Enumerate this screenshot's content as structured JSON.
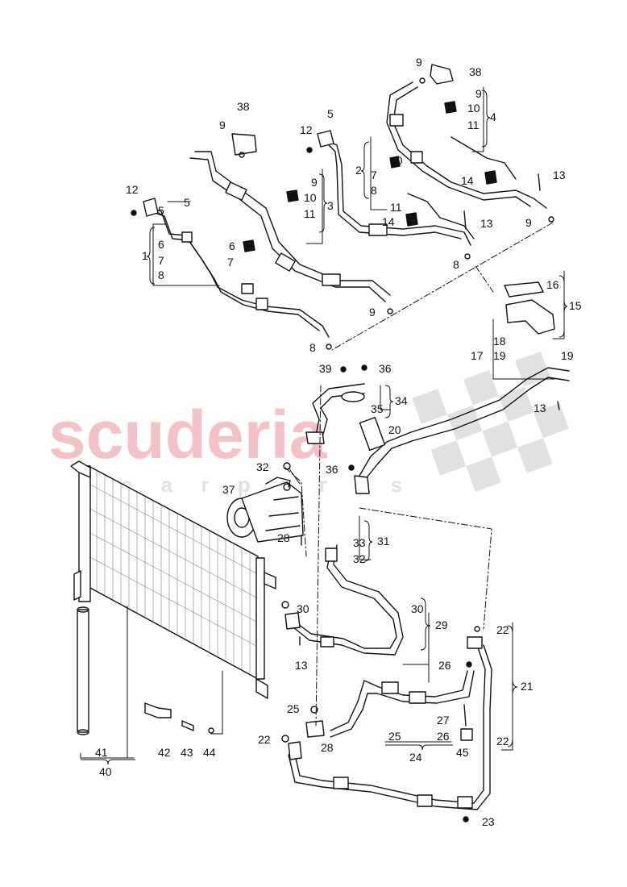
{
  "watermark": {
    "brand": "scuderia",
    "sub": "c a r   p a r t s",
    "brand_color": "#f2b8bd",
    "flag_color": "#dcdcdc"
  },
  "callouts": [
    "1",
    "2",
    "3",
    "4",
    "5",
    "5",
    "5",
    "6",
    "6",
    "7",
    "7",
    "7",
    "8",
    "8",
    "8",
    "8",
    "9",
    "9",
    "9",
    "9",
    "9",
    "9",
    "10",
    "10",
    "10",
    "11",
    "11",
    "11",
    "12",
    "12",
    "13",
    "13",
    "13",
    "13",
    "14",
    "14",
    "15",
    "16",
    "17",
    "18",
    "19",
    "19",
    "20",
    "21",
    "22",
    "22",
    "22",
    "23",
    "24",
    "25",
    "25",
    "26",
    "26",
    "27",
    "28",
    "28",
    "29",
    "30",
    "30",
    "31",
    "32",
    "32",
    "33",
    "34",
    "35",
    "36",
    "36",
    "37",
    "38",
    "38",
    "39",
    "40",
    "41",
    "42",
    "43",
    "44",
    "45"
  ]
}
